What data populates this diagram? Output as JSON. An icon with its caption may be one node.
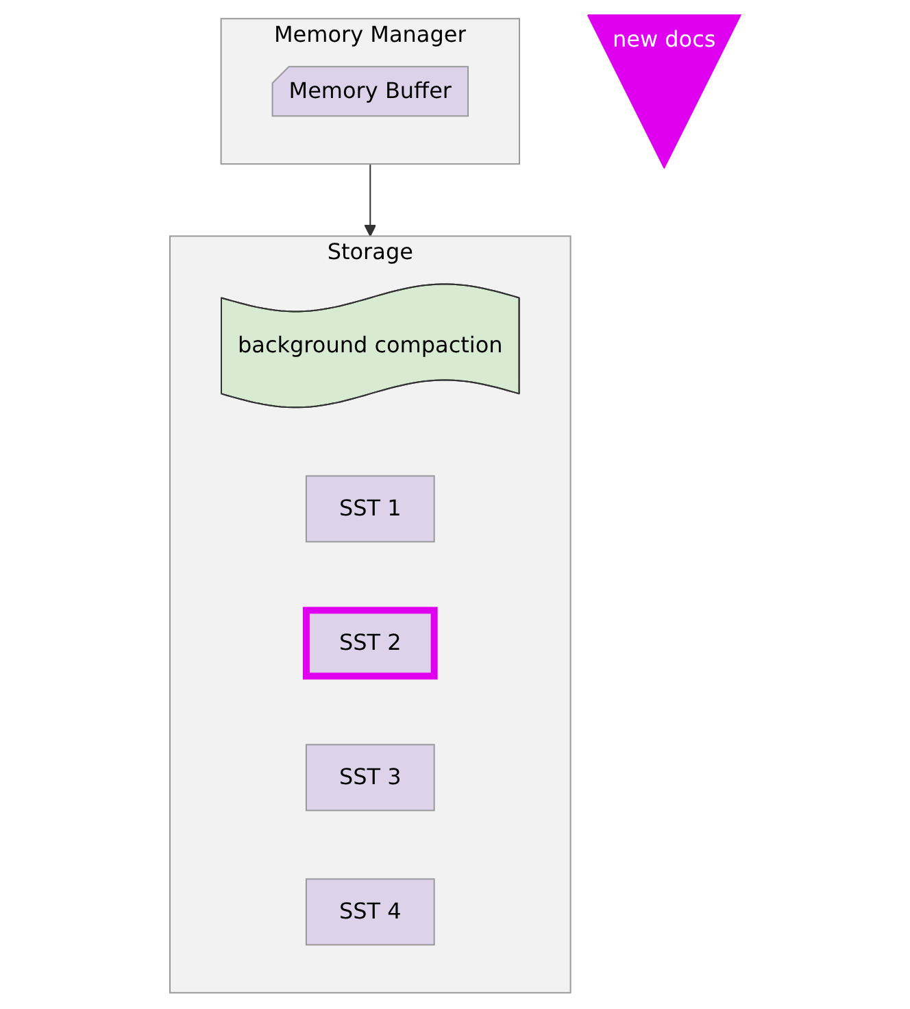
{
  "diagram": {
    "nodes": [
      {
        "text": [
          "new docs"
        ]
      },
      {
        "text": [
          "Memory Manager"
        ]
      },
      {
        "text": [
          "Memory Buffer"
        ],
        "in": 1
      },
      {
        "text": [
          "Storage"
        ]
      },
      {
        "text": [
          "background compaction"
        ],
        "in": 3
      },
      {
        "text": [
          "SST 1"
        ],
        "in": 3
      },
      {
        "text": [
          "SST 2"
        ],
        "in": 3
      },
      {
        "text": [
          "SST 3"
        ],
        "in": 3
      },
      {
        "text": [
          "SST 4"
        ],
        "in": 3
      }
    ],
    "edges": [
      {
        "from": 1,
        "to": 3,
        "arrow": "to"
      }
    ]
  }
}
